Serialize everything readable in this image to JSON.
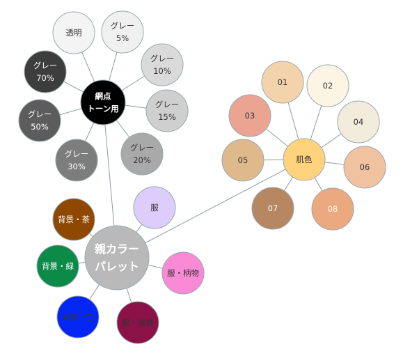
{
  "diagram": {
    "nodes": [
      {
        "id": "parent",
        "label": [
          "親カラー",
          "パレット"
        ],
        "fill": "#b9b9b9",
        "text": "#ffffff",
        "bold": true
      },
      {
        "id": "tone",
        "label": [
          "網点",
          "トーン用"
        ],
        "fill": "#000000",
        "text": "#ffffff",
        "bold": true
      },
      {
        "id": "skin",
        "label": [
          "肌色"
        ],
        "fill": "#fed37c",
        "text": "#333333"
      },
      {
        "id": "clear",
        "label": [
          "透明"
        ],
        "fill": "#f4f4f4",
        "text": "#333333"
      },
      {
        "id": "g5",
        "label": [
          "グレー",
          "5%"
        ],
        "fill": "#f0f0f0",
        "text": "#333333"
      },
      {
        "id": "g10",
        "label": [
          "グレー",
          "10%"
        ],
        "fill": "#dadada",
        "text": "#333333"
      },
      {
        "id": "g15",
        "label": [
          "グレー",
          "15%"
        ],
        "fill": "#cfcfcf",
        "text": "#333333"
      },
      {
        "id": "g20",
        "label": [
          "グレー",
          "20%"
        ],
        "fill": "#a9a9a9",
        "text": "#333333"
      },
      {
        "id": "g30",
        "label": [
          "グレー",
          "30%"
        ],
        "fill": "#7d7d7d",
        "text": "#ffffff"
      },
      {
        "id": "g50",
        "label": [
          "グレー",
          "50%"
        ],
        "fill": "#5c5c5c",
        "text": "#ffffff"
      },
      {
        "id": "g70",
        "label": [
          "グレー",
          "70%"
        ],
        "fill": "#3d3d3d",
        "text": "#ffffff"
      },
      {
        "id": "s01",
        "label": [
          "01"
        ],
        "fill": "#f2d3ab",
        "text": "#333333"
      },
      {
        "id": "s02",
        "label": [
          "02"
        ],
        "fill": "#fcf5e4",
        "text": "#333333"
      },
      {
        "id": "s03",
        "label": [
          "03"
        ],
        "fill": "#eaa491",
        "text": "#333333"
      },
      {
        "id": "s04",
        "label": [
          "04"
        ],
        "fill": "#f1ecdb",
        "text": "#333333"
      },
      {
        "id": "s05",
        "label": [
          "05"
        ],
        "fill": "#ddb98b",
        "text": "#333333"
      },
      {
        "id": "s06",
        "label": [
          "06"
        ],
        "fill": "#f1c2a0",
        "text": "#333333"
      },
      {
        "id": "s07",
        "label": [
          "07"
        ],
        "fill": "#b78762",
        "text": "#ffffff"
      },
      {
        "id": "s08",
        "label": [
          "08"
        ],
        "fill": "#eca87f",
        "text": "#ffffff"
      },
      {
        "id": "clothes",
        "label": [
          "服"
        ],
        "fill": "#dccdfd",
        "text": "#333333"
      },
      {
        "id": "clothes_pattern",
        "label": [
          "服・柄物"
        ],
        "fill": "#f98ad6",
        "text": "#333333"
      },
      {
        "id": "clothes_deco",
        "label": [
          "服・装飾"
        ],
        "fill": "#8a1247",
        "text": "#333333"
      },
      {
        "id": "bg_sky",
        "label": [
          "背景・空"
        ],
        "fill": "#0426f5",
        "text": "#333333"
      },
      {
        "id": "bg_green",
        "label": [
          "背景・緑"
        ],
        "fill": "#0c8a48",
        "text": "#ffffff"
      },
      {
        "id": "bg_tea",
        "label": [
          "背景・茶"
        ],
        "fill": "#8f4800",
        "text": "#ffffff"
      }
    ],
    "edges": [
      [
        "parent",
        "tone"
      ],
      [
        "parent",
        "skin"
      ],
      [
        "parent",
        "clothes"
      ],
      [
        "parent",
        "clothes_pattern"
      ],
      [
        "parent",
        "clothes_deco"
      ],
      [
        "parent",
        "bg_sky"
      ],
      [
        "parent",
        "bg_green"
      ],
      [
        "parent",
        "bg_tea"
      ],
      [
        "tone",
        "clear"
      ],
      [
        "tone",
        "g5"
      ],
      [
        "tone",
        "g10"
      ],
      [
        "tone",
        "g15"
      ],
      [
        "tone",
        "g20"
      ],
      [
        "tone",
        "g30"
      ],
      [
        "tone",
        "g50"
      ],
      [
        "tone",
        "g70"
      ],
      [
        "skin",
        "s01"
      ],
      [
        "skin",
        "s02"
      ],
      [
        "skin",
        "s03"
      ],
      [
        "skin",
        "s04"
      ],
      [
        "skin",
        "s05"
      ],
      [
        "skin",
        "s06"
      ],
      [
        "skin",
        "s07"
      ],
      [
        "skin",
        "s08"
      ]
    ],
    "edge_color": "#8c9aa2"
  }
}
